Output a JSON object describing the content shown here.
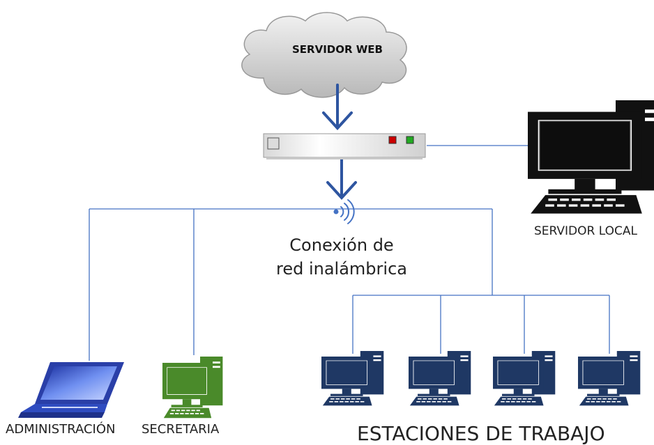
{
  "cloud": {
    "label": "SERVIDOR WEB"
  },
  "wireless": {
    "line1": "Conexión de",
    "line2": "red inalámbrica"
  },
  "labels": {
    "local_server": "SERVIDOR LOCAL",
    "administration": "ADMINISTRACIÓN",
    "secretary": "SECRETARIA",
    "workstations": "ESTACIONES DE TRABAJO"
  },
  "colors": {
    "connector": "#4472c4",
    "arrow": "#2e55a0",
    "laptop": "#3a57c0",
    "secretary_pc": "#4a8a2a",
    "workstation": "#1f3864",
    "server": "#111111",
    "router_led_red": "#cc0000",
    "router_led_green": "#22aa22"
  },
  "icons": {
    "cloud": "cloud-icon",
    "router": "router-icon",
    "wifi": "wifi-icon",
    "server": "desktop-computer-icon",
    "laptop": "laptop-icon",
    "workstation": "desktop-computer-icon"
  }
}
